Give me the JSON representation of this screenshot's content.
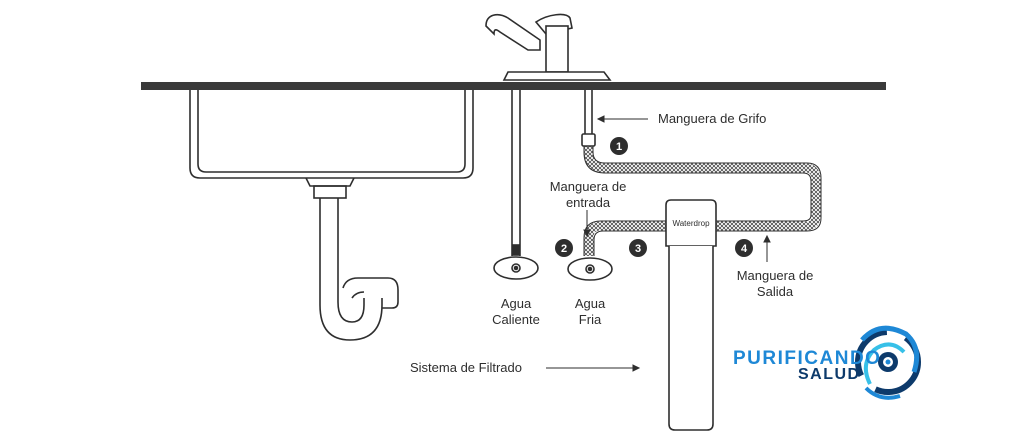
{
  "labels": {
    "tap_hose": "Manguera de Grifo",
    "inlet_hose_line1": "Manguera de",
    "inlet_hose_line2": "entrada",
    "outlet_hose_line1": "Manguera de",
    "outlet_hose_line2": "Salida",
    "hot_water_line1": "Agua",
    "hot_water_line2": "Caliente",
    "cold_water_line1": "Agua",
    "cold_water_line2": "Fria",
    "filter_system": "Sistema de Filtrado"
  },
  "steps": [
    "1",
    "2",
    "3",
    "4"
  ],
  "filter_brand": "Waterdrop",
  "logo": {
    "line1": "PURIFICANDO",
    "line2": "SALUD"
  },
  "colors": {
    "line": "#2e2e2e",
    "brand_blue": "#1e88d6",
    "brand_navy": "#0d3a6b"
  }
}
